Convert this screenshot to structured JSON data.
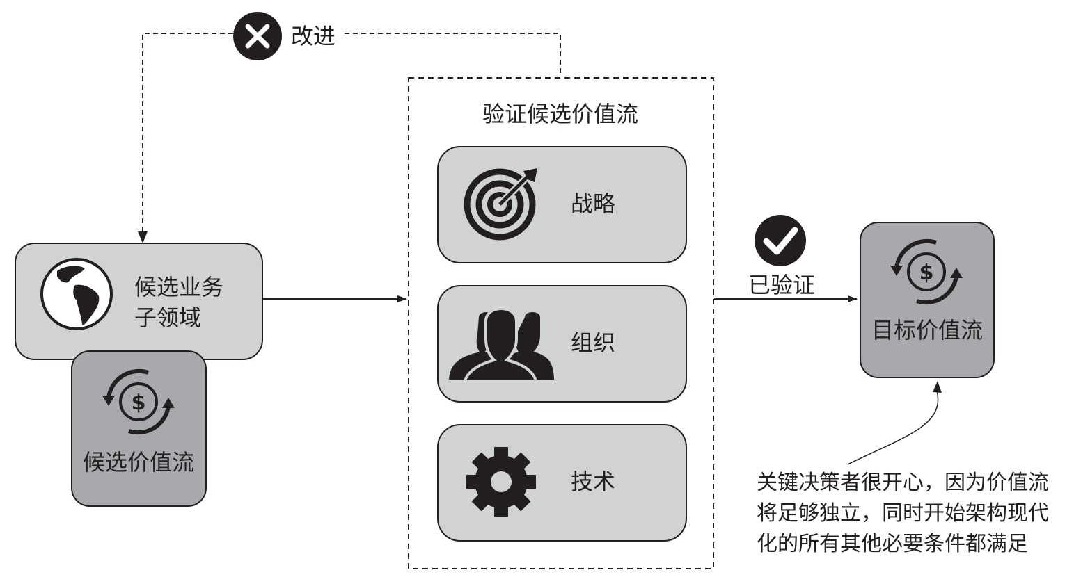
{
  "feedback": {
    "label": "改进",
    "icon": "x-circle-icon"
  },
  "candidate_subdomain": {
    "label_line1": "候选业务",
    "label_line2": "子领域",
    "icon": "globe-icon"
  },
  "candidate_value_stream": {
    "label": "候选价值流",
    "icon": "dollar-cycle-icon"
  },
  "validate": {
    "title": "验证候选价值流",
    "items": [
      {
        "label": "战略",
        "icon": "target-icon"
      },
      {
        "label": "组织",
        "icon": "people-icon"
      },
      {
        "label": "技术",
        "icon": "gear-icon"
      }
    ]
  },
  "validated": {
    "label": "已验证",
    "icon": "checkmark-circle-icon"
  },
  "target_value_stream": {
    "label": "目标价值流",
    "icon": "dollar-cycle-icon"
  },
  "note": {
    "lines": [
      "关键决策者很开心，因为价值流",
      "将足够独立，同时开始架构现代",
      "化的所有其他必要条件都满足"
    ]
  },
  "colors": {
    "light_box": "#d1d2d4",
    "dark_box": "#a8a9ac",
    "ink": "#231f20"
  }
}
